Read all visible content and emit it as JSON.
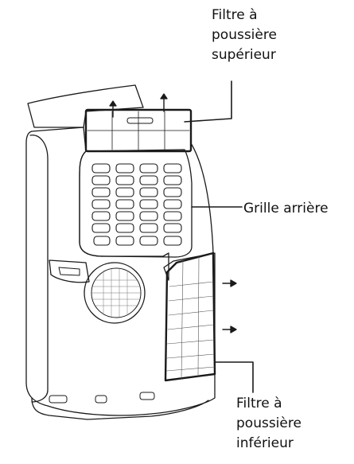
{
  "diagram": {
    "subject": "portable-air-conditioner-rear-view",
    "labels": {
      "upper_filter": [
        "Filtre à",
        "poussière",
        "supérieur"
      ],
      "rear_grille": "Grille arrière",
      "lower_filter": [
        "Filtre à",
        "poussière",
        "inférieur"
      ]
    },
    "colors": {
      "line": "#1a1a1a",
      "background": "#ffffff"
    }
  }
}
